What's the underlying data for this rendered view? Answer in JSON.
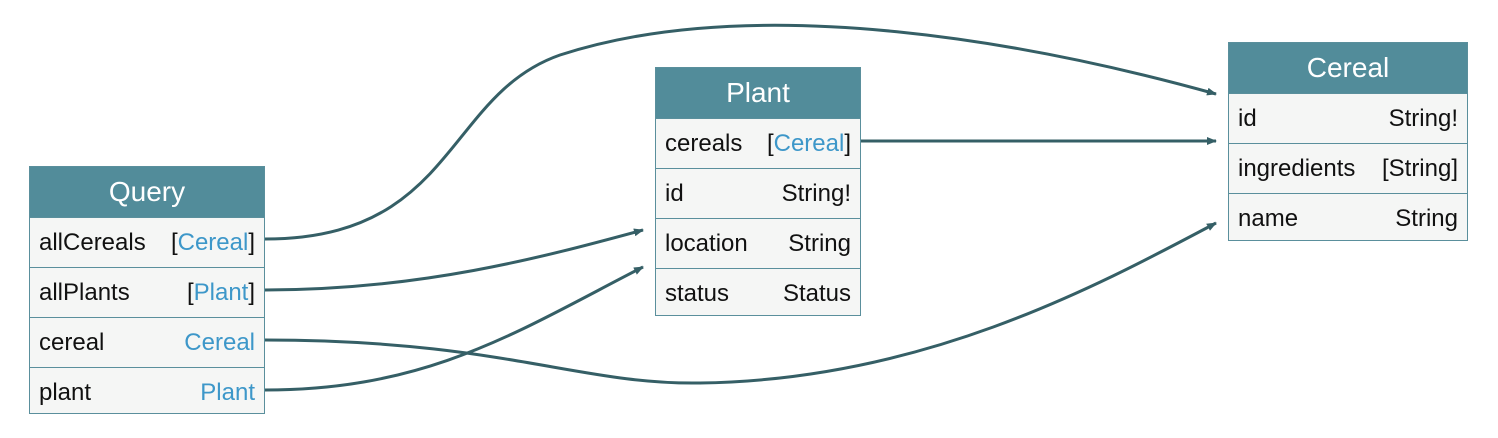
{
  "colors": {
    "header_bg": "#528c9a",
    "header_text": "#ffffff",
    "body_bg": "#f5f6f5",
    "border": "#5a8f9c",
    "edge": "#355f66",
    "type_link": "#3d97c9"
  },
  "nodes": {
    "query": {
      "title": "Query",
      "fields": [
        {
          "name": "allCereals",
          "open": "[",
          "type": "Cereal",
          "close": "]"
        },
        {
          "name": "allPlants",
          "open": "[",
          "type": "Plant",
          "close": "]"
        },
        {
          "name": "cereal",
          "open": "",
          "type": "Cereal",
          "close": ""
        },
        {
          "name": "plant",
          "open": "",
          "type": "Plant",
          "close": ""
        }
      ]
    },
    "plant": {
      "title": "Plant",
      "fields": [
        {
          "name": "cereals",
          "open": "[",
          "type": "Cereal",
          "close": "]"
        },
        {
          "name": "id",
          "type": "String!"
        },
        {
          "name": "location",
          "type": "String"
        },
        {
          "name": "status",
          "type": "Status"
        }
      ]
    },
    "cereal": {
      "title": "Cereal",
      "fields": [
        {
          "name": "id",
          "type": "String!"
        },
        {
          "name": "ingredients",
          "type": "[String]"
        },
        {
          "name": "name",
          "type": "String"
        }
      ]
    }
  },
  "edges": [
    {
      "from": "Query.allCereals",
      "to": "Cereal"
    },
    {
      "from": "Query.allPlants",
      "to": "Plant"
    },
    {
      "from": "Query.cereal",
      "to": "Cereal"
    },
    {
      "from": "Query.plant",
      "to": "Plant"
    },
    {
      "from": "Plant.cereals",
      "to": "Cereal"
    }
  ]
}
